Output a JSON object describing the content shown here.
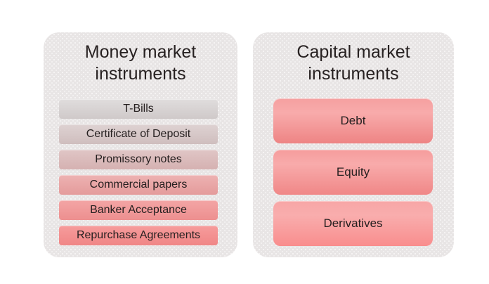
{
  "canvas": {
    "background": "#ffffff",
    "card_background": "#e8e5e5",
    "title_color": "#272121",
    "item_text_color": "#262020"
  },
  "money_market": {
    "title": "Money market instruments",
    "items": [
      {
        "label": "T-Bills",
        "color_top": "#e0dddd",
        "color_bottom": "#cfc9c9"
      },
      {
        "label": "Certificate of Deposit",
        "color_top": "#ded2d2",
        "color_bottom": "#cfbebe"
      },
      {
        "label": "Promissory notes",
        "color_top": "#e0c6c6",
        "color_bottom": "#d5b1b1"
      },
      {
        "label": "Commercial papers",
        "color_top": "#edb2b2",
        "color_bottom": "#e49b9b"
      },
      {
        "label": "Banker Acceptance",
        "color_top": "#f3a5a5",
        "color_bottom": "#ed8f8f"
      },
      {
        "label": "Repurchase Agreements",
        "color_top": "#f69c9c",
        "color_bottom": "#f08686"
      }
    ]
  },
  "capital_market": {
    "title": "Capital market instruments",
    "items": [
      {
        "label": "Debt",
        "color_top": "#f5a0a0",
        "color_mid": "#f8abab",
        "color_bottom": "#ee8484"
      },
      {
        "label": "Equity",
        "color_top": "#f59c9c",
        "color_mid": "#f8abab",
        "color_bottom": "#f08787"
      },
      {
        "label": "Derivatives",
        "color_top": "#f7a6a6",
        "color_mid": "#f9adad",
        "color_bottom": "#f98d8d"
      }
    ]
  }
}
